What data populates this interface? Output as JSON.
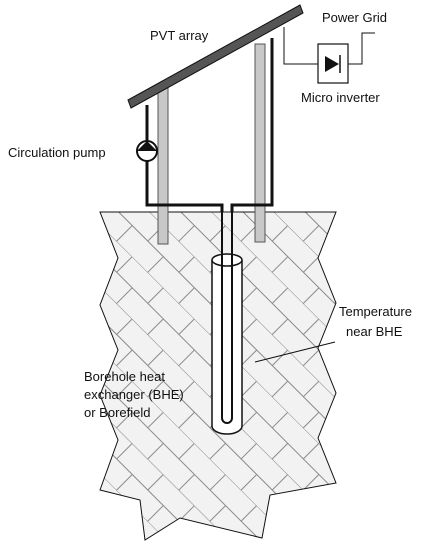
{
  "labels": {
    "pvt_array": "PVT array",
    "power_grid": "Power Grid",
    "micro_inverter": "Micro inverter",
    "circulation_pump": "Circulation pump",
    "temperature_line1": "Temperature",
    "temperature_line2": "near BHE",
    "borehole_line1": "Borehole heat",
    "borehole_line2": "exchanger (BHE)",
    "borehole_line3": "or Borefield"
  },
  "colors": {
    "stroke": "#111111",
    "ground_fill": "#f2f2f2",
    "hatch": "#8a8a8a",
    "post_fill": "#c8c8c8",
    "panel_fill": "#555555"
  }
}
